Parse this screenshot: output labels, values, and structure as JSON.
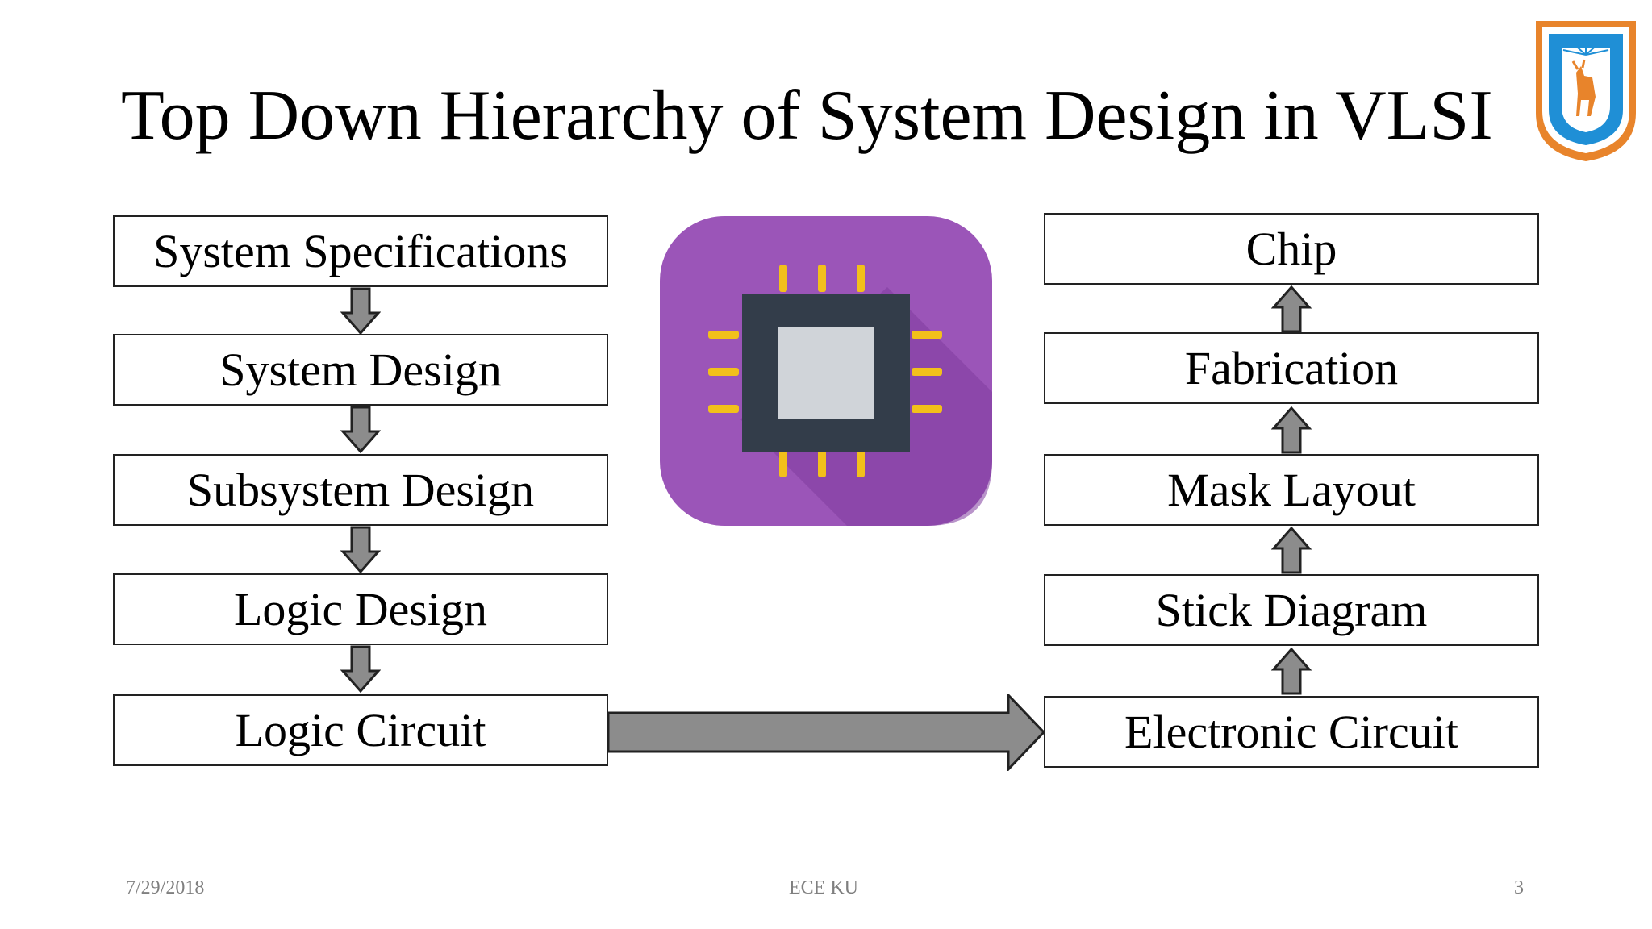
{
  "slide": {
    "title": "Top Down Hierarchy of System Design in VLSI",
    "left_steps": [
      {
        "label": "System Specifications"
      },
      {
        "label": "System Design"
      },
      {
        "label": "Subsystem Design"
      },
      {
        "label": "Logic Design"
      },
      {
        "label": "Logic Circuit"
      }
    ],
    "right_steps": [
      {
        "label": "Chip"
      },
      {
        "label": "Fabrication"
      },
      {
        "label": "Mask Layout"
      },
      {
        "label": "Stick Diagram"
      },
      {
        "label": "Electronic Circuit"
      }
    ],
    "icon": "microchip-icon",
    "logo": "university-logo"
  },
  "footer": {
    "date": "7/29/2018",
    "center": "ECE KU",
    "page_number": "3"
  },
  "colors": {
    "chip_bg": "#9b55b8",
    "chip_body": "#333d4a",
    "chip_core": "#d0d4d9",
    "chip_pins": "#f2c01b",
    "arrow_fill": "#8c8c8c",
    "logo_blue": "#1f8fd6",
    "logo_orange": "#e8842b"
  }
}
